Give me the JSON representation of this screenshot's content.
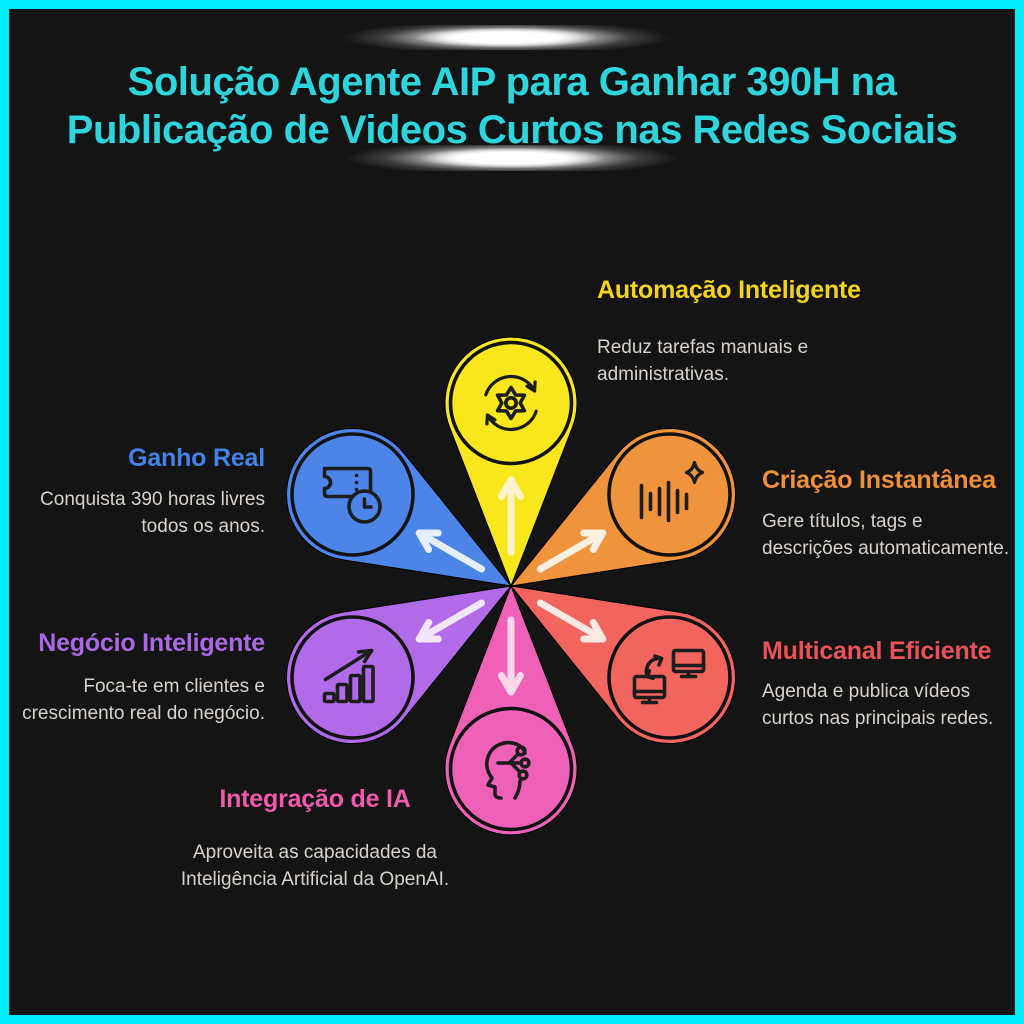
{
  "page": {
    "background_color": "#141414",
    "border_color": "#00ecfc"
  },
  "title": {
    "line1": "Solução Agente AIP para Ganhar 390H na",
    "line2": "Publicação de Videos Curtos nas Redes Sociais",
    "color": "#2fd5dd"
  },
  "body_text_color": "#d8d2cc",
  "sections": [
    {
      "id": "automacao",
      "heading": "Automação Inteligente",
      "color": "#f2d41c",
      "line1": "Reduz tarefas manuais e",
      "line2": "administrativas."
    },
    {
      "id": "criacao",
      "heading": "Criação Instantânea",
      "color": "#ee8f3a",
      "line1": "Gere títulos, tags e",
      "line2": "descrições automaticamente."
    },
    {
      "id": "multicanal",
      "heading": "Multicanal Eficiente",
      "color": "#e9525a",
      "line1": "Agenda e publica vídeos",
      "line2": "curtos nas principais redes."
    },
    {
      "id": "integracao",
      "heading": "Integração de IA",
      "color": "#f05aad",
      "line1": "Aproveita as capacidades da",
      "line2": "Inteligência Artificial da OpenAI."
    },
    {
      "id": "negocio",
      "heading": "Negócio Inteligente",
      "color": "#a968e4",
      "line1": "Foca-te em clientes e",
      "line2": "crescimento real do negócio."
    },
    {
      "id": "ganho",
      "heading": "Ganho Real",
      "color": "#4381e8",
      "line1": "Conquista 390 horas livres",
      "line2": "todos os anos."
    }
  ],
  "flower": {
    "outline_color": "#121212",
    "icon_stroke": "#1d1d1d",
    "petals": [
      {
        "name": "automacao",
        "angle": -90,
        "color": "#f7e71c",
        "icon": "sync-gear-icon",
        "arrow_color": "#fdf4cf"
      },
      {
        "name": "criacao",
        "angle": -30,
        "color": "#ef933d",
        "icon": "waveform-sparkle-icon",
        "arrow_color": "#fdf0e0"
      },
      {
        "name": "multicanal",
        "angle": 30,
        "color": "#f2655e",
        "icon": "monitors-sync-icon",
        "arrow_color": "#fde8e4"
      },
      {
        "name": "integracao",
        "angle": 90,
        "color": "#ef61b6",
        "icon": "head-circuit-icon",
        "arrow_color": "#fbd7e9"
      },
      {
        "name": "negocio",
        "angle": 150,
        "color": "#b16be8",
        "icon": "growth-chart-icon",
        "arrow_color": "#f1e6fb"
      },
      {
        "name": "ganho",
        "angle": -150,
        "color": "#4d84e8",
        "icon": "ticket-clock-icon",
        "arrow_color": "#e4effc"
      }
    ]
  }
}
